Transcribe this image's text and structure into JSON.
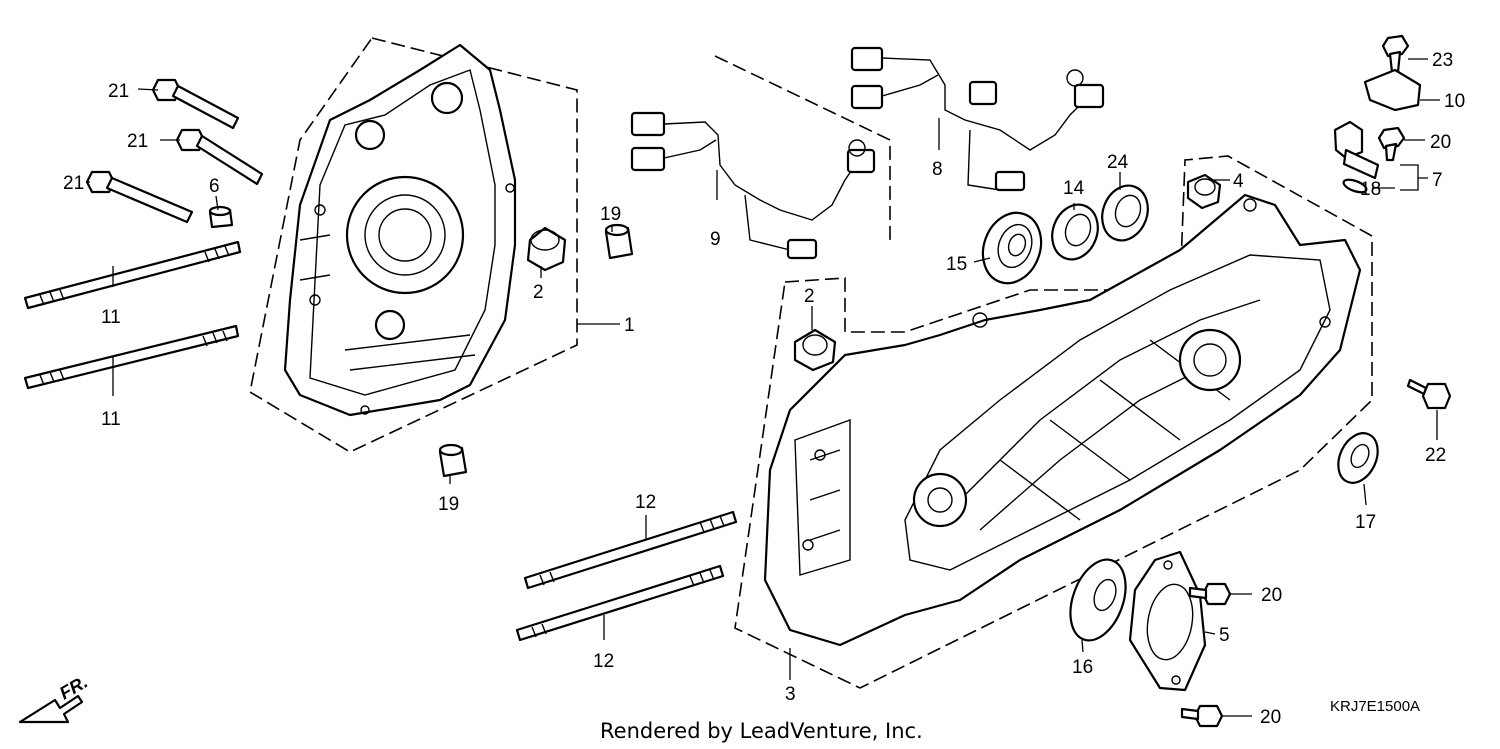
{
  "diagram": {
    "diagram_code": "KRJ7E1500A",
    "credit": "Rendered by LeadVenture, Inc.",
    "direction_label": "FR.",
    "callouts": {
      "c1": "1",
      "c2a": "2",
      "c2b": "2",
      "c3": "3",
      "c4": "4",
      "c5": "5",
      "c6": "6",
      "c7": "7",
      "c8": "8",
      "c9": "9",
      "c10": "10",
      "c11a": "11",
      "c11b": "11",
      "c12a": "12",
      "c12b": "12",
      "c14": "14",
      "c15": "15",
      "c16": "16",
      "c17": "17",
      "c18": "18",
      "c19a": "19",
      "c19b": "19",
      "c20a": "20",
      "c20b": "20",
      "c20c": "20",
      "c21a": "21",
      "c21b": "21",
      "c21c": "21",
      "c22": "22",
      "c23": "23",
      "c24": "24"
    }
  }
}
